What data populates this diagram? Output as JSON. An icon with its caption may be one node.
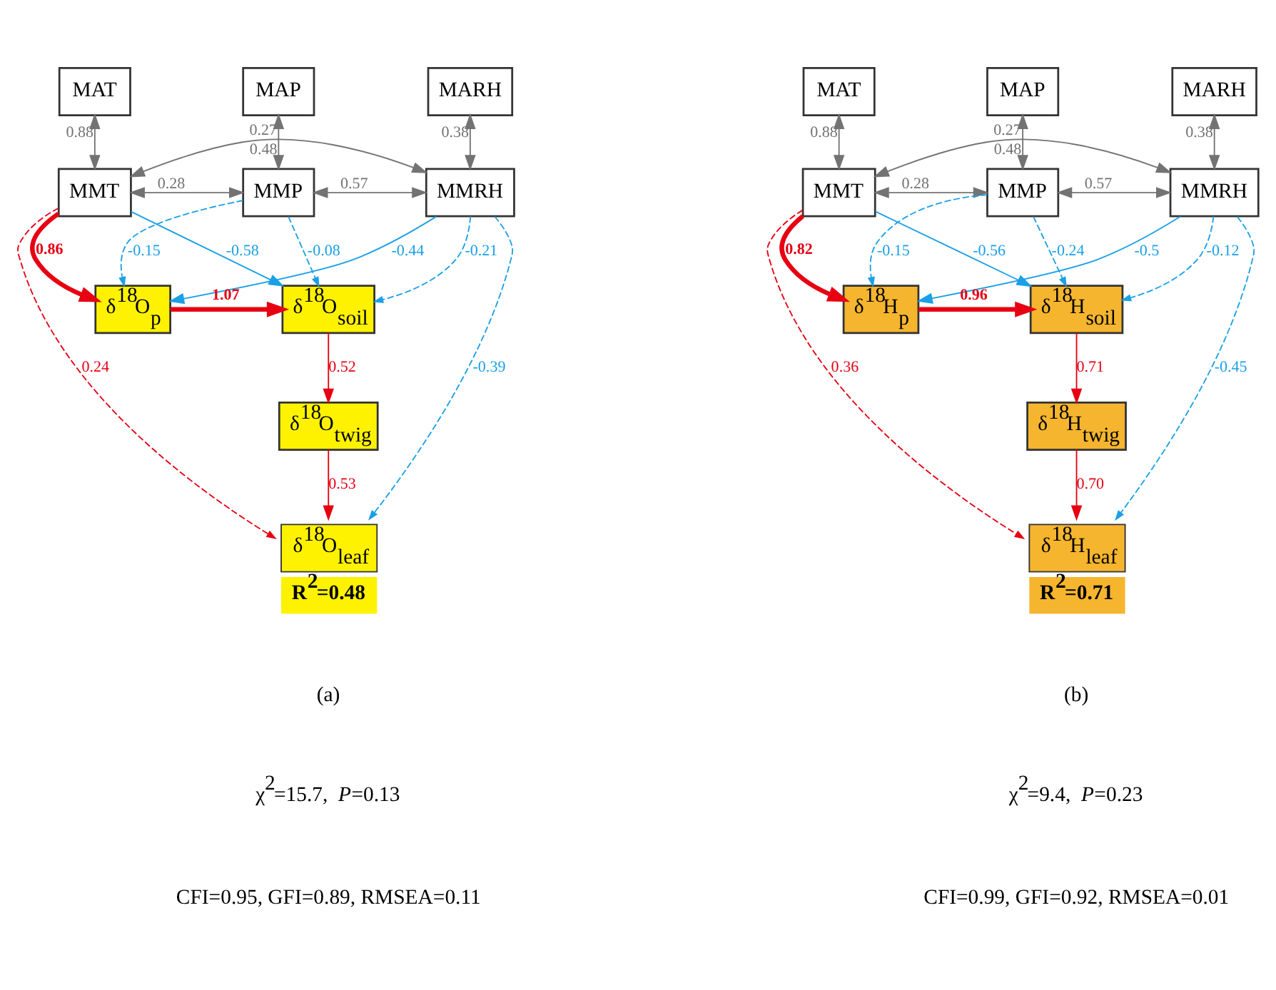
{
  "diagram": {
    "nodes": [
      {
        "text": [
          "MAT"
        ]
      },
      {
        "text": [
          "MAP"
        ]
      },
      {
        "text": [
          "MARH"
        ]
      },
      {
        "text": [
          "MMT"
        ]
      },
      {
        "text": [
          "MMP"
        ]
      },
      {
        "text": [
          "MMRH"
        ]
      },
      {
        "text": [
          "δ$^{18}$O$_{p}$"
        ]
      },
      {
        "text": [
          "δ$^{18}$O$_{soil}$"
        ]
      },
      {
        "text": [
          "δ$^{18}$O$_{twig}$"
        ]
      },
      {
        "text": [
          "δ$^{18}$O$_{leaf}$"
        ],
        "beside": [
          "R$^{2}$=0.48"
        ]
      },
      {
        "text": [
          "MAT"
        ]
      },
      {
        "text": [
          "MAP"
        ]
      },
      {
        "text": [
          "MARH"
        ]
      },
      {
        "text": [
          "MMT"
        ]
      },
      {
        "text": [
          "MMP"
        ]
      },
      {
        "text": [
          "MMRH"
        ]
      },
      {
        "text": [
          "δ$^{18}$H$_{p}$"
        ]
      },
      {
        "text": [
          "δ$^{18}$H$_{soil}$"
        ]
      },
      {
        "text": [
          "δ$^{18}$H$_{twig}$"
        ]
      },
      {
        "text": [
          "δ$^{18}$H$_{leaf}$"
        ],
        "beside": [
          "R$^{2}$=0.71"
        ]
      }
    ],
    "edges": [
      {
        "from": 0,
        "to": 3,
        "arrow": "both",
        "label": "0.88",
        "color": "#737373"
      },
      {
        "from": 1,
        "to": 4,
        "arrow": "both",
        "label": "0.48",
        "color": "#737373"
      },
      {
        "from": 2,
        "to": 5,
        "arrow": "both",
        "label": "0.38",
        "color": "#737373"
      },
      {
        "from": 3,
        "to": 5,
        "arrow": "both",
        "label": "0.27",
        "color": "#737373"
      },
      {
        "from": 3,
        "to": 4,
        "arrow": "both",
        "label": "0.28",
        "color": "#737373"
      },
      {
        "from": 4,
        "to": 5,
        "arrow": "both",
        "label": "0.57",
        "color": "#737373"
      },
      {
        "from": 3,
        "to": 6,
        "arrow": "to",
        "label": "0.86",
        "style": "thick",
        "color": "#e60012"
      },
      {
        "from": 3,
        "to": 7,
        "arrow": "to",
        "label": "-0.58",
        "color": "#1aa0e6"
      },
      {
        "from": 4,
        "to": 6,
        "arrow": "to",
        "label": "-0.15",
        "style": "dashed",
        "color": "#1aa0e6"
      },
      {
        "from": 4,
        "to": 7,
        "arrow": "to",
        "label": "-0.08",
        "style": "dashed",
        "color": "#1aa0e6"
      },
      {
        "from": 5,
        "to": 6,
        "arrow": "to",
        "label": "-0.44",
        "color": "#1aa0e6"
      },
      {
        "from": 5,
        "to": 7,
        "arrow": "to",
        "label": "-0.21",
        "style": "dashed",
        "color": "#1aa0e6"
      },
      {
        "from": 6,
        "to": 7,
        "arrow": "to",
        "label": "1.07",
        "style": "thick",
        "color": "#e60012"
      },
      {
        "from": 7,
        "to": 8,
        "arrow": "to",
        "label": "0.52",
        "color": "#e60012"
      },
      {
        "from": 8,
        "to": 9,
        "arrow": "to",
        "label": "0.53",
        "color": "#e60012"
      },
      {
        "from": 3,
        "to": 9,
        "arrow": "to",
        "label": "0.24",
        "style": "dashed",
        "color": "#e60012"
      },
      {
        "from": 5,
        "to": 9,
        "arrow": "to",
        "label": "-0.39",
        "style": "dashed",
        "color": "#1aa0e6"
      },
      {
        "from": 10,
        "to": 13,
        "arrow": "both",
        "label": "0.88",
        "color": "#737373"
      },
      {
        "from": 11,
        "to": 14,
        "arrow": "both",
        "label": "0.48",
        "color": "#737373"
      },
      {
        "from": 12,
        "to": 15,
        "arrow": "both",
        "label": "0.38",
        "color": "#737373"
      },
      {
        "from": 13,
        "to": 15,
        "arrow": "both",
        "label": "0.27",
        "color": "#737373"
      },
      {
        "from": 13,
        "to": 14,
        "arrow": "both",
        "label": "0.28",
        "color": "#737373"
      },
      {
        "from": 14,
        "to": 15,
        "arrow": "both",
        "label": "0.57",
        "color": "#737373"
      },
      {
        "from": 13,
        "to": 16,
        "arrow": "to",
        "label": "0.82",
        "style": "thick",
        "color": "#e60012"
      },
      {
        "from": 13,
        "to": 17,
        "arrow": "to",
        "label": "-0.56",
        "color": "#1aa0e6"
      },
      {
        "from": 14,
        "to": 16,
        "arrow": "to",
        "label": "-0.15",
        "style": "dashed",
        "color": "#1aa0e6"
      },
      {
        "from": 14,
        "to": 17,
        "arrow": "to",
        "label": "-0.24",
        "style": "dashed",
        "color": "#1aa0e6"
      },
      {
        "from": 15,
        "to": 16,
        "arrow": "to",
        "label": "-0.5",
        "color": "#1aa0e6"
      },
      {
        "from": 15,
        "to": 17,
        "arrow": "to",
        "label": "-0.12",
        "style": "dashed",
        "color": "#1aa0e6"
      },
      {
        "from": 16,
        "to": 17,
        "arrow": "to",
        "label": "0.96",
        "style": "thick",
        "color": "#e60012"
      },
      {
        "from": 17,
        "to": 18,
        "arrow": "to",
        "label": "0.71",
        "color": "#e60012"
      },
      {
        "from": 18,
        "to": 19,
        "arrow": "to",
        "label": "0.70",
        "color": "#e60012"
      },
      {
        "from": 13,
        "to": 19,
        "arrow": "to",
        "label": "0.36",
        "style": "dashed",
        "color": "#e60012"
      },
      {
        "from": 15,
        "to": 19,
        "arrow": "to",
        "label": "-0.45",
        "style": "dashed",
        "color": "#1aa0e6"
      }
    ],
    "labels": [
      "(a)",
      "χ$^{2}$=15.7,  *P*=0.13",
      "CFI=0.95, GFI=0.89, RMSEA=0.11",
      "(b)",
      "χ$^{2}$=9.4,  *P*=0.23",
      "CFI=0.99, GFI=0.92, RMSEA=0.01"
    ]
  }
}
